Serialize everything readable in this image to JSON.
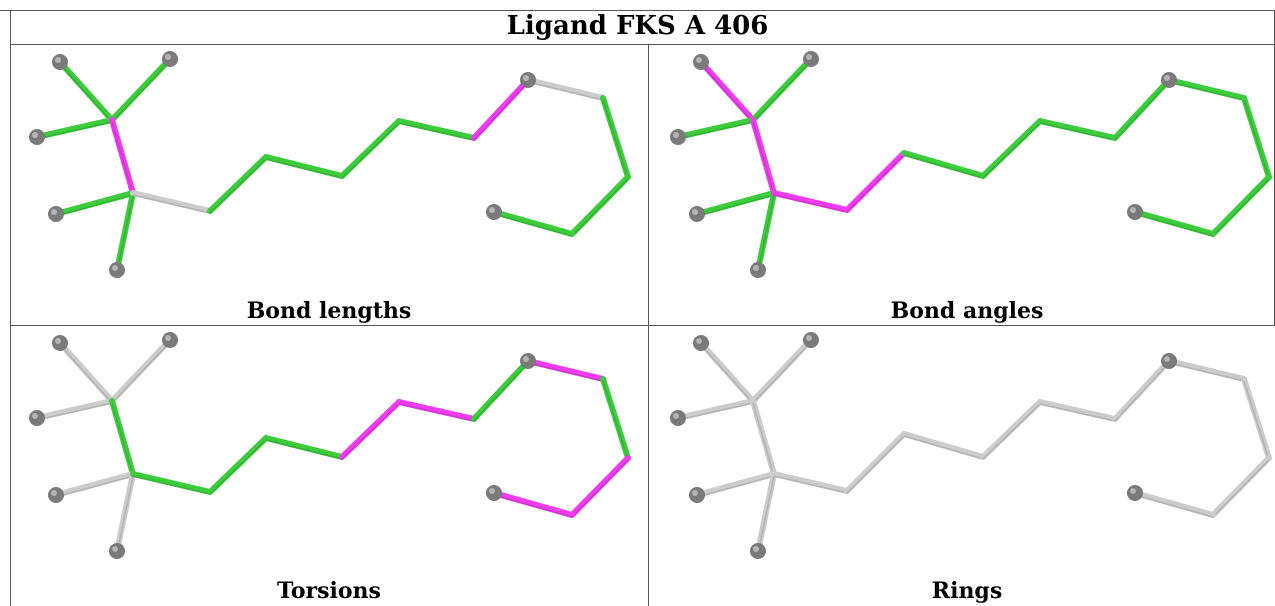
{
  "title": "Ligand FKS A 406",
  "panels": [
    {
      "caption": "Bond lengths",
      "bond_colors": [
        "green",
        "green",
        "green",
        "magenta",
        "green",
        "green",
        "green",
        "gray",
        "green",
        "green",
        "green",
        "green",
        "magenta",
        "gray",
        "green",
        "green",
        "green",
        "green",
        "green"
      ]
    },
    {
      "caption": "Bond angles",
      "bond_colors": [
        "magenta",
        "green",
        "green",
        "magenta",
        "green",
        "green",
        "green",
        "magenta",
        "magenta",
        "green",
        "green",
        "green",
        "green",
        "green",
        "green",
        "green",
        "green",
        "green",
        "green"
      ]
    },
    {
      "caption": "Torsions",
      "bond_colors": [
        "gray",
        "gray",
        "gray",
        "green",
        "gray",
        "gray",
        "gray",
        "green",
        "green",
        "green",
        "magenta",
        "magenta",
        "green",
        "magenta",
        "gray",
        "green",
        "magenta",
        "magenta",
        "gray"
      ]
    },
    {
      "caption": "Rings",
      "bond_colors": [
        "gray",
        "gray",
        "gray",
        "gray",
        "gray",
        "gray",
        "gray",
        "gray",
        "gray",
        "gray",
        "gray",
        "gray",
        "gray",
        "gray",
        "gray",
        "gray",
        "gray",
        "gray",
        "gray"
      ]
    }
  ],
  "colors": {
    "green": "#3ccc3c",
    "magenta": "#ee3cee",
    "gray": "#cccccc",
    "atom": "#7a7a7a",
    "border": "#555555"
  }
}
